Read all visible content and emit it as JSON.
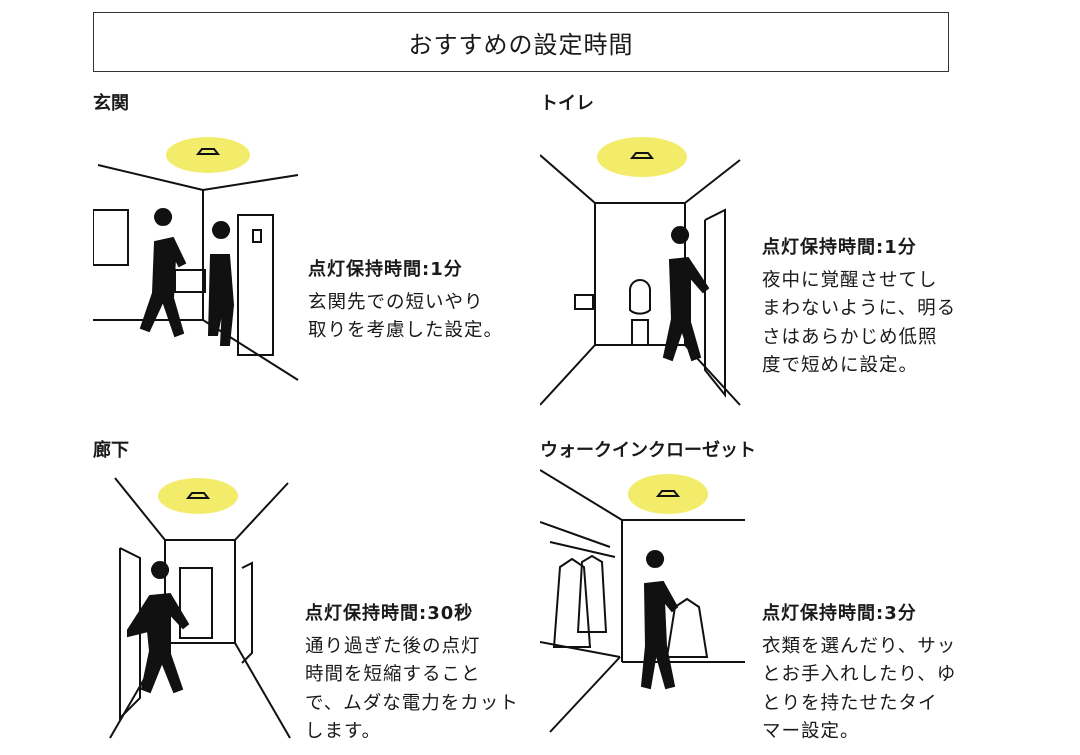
{
  "title": "おすすめの設定時間",
  "sections": [
    {
      "heading": "玄関",
      "time": "点灯保持時間:1分",
      "lines": [
        "玄関先での短いやり",
        "取りを考慮した設定。"
      ]
    },
    {
      "heading": "トイレ",
      "time": "点灯保持時間:1分",
      "lines": [
        "夜中に覚醒させてし",
        "まわないように、明る",
        "さはあらかじめ低照",
        "度で短めに設定。"
      ]
    },
    {
      "heading": "廊下",
      "time": "点灯保持時間:30秒",
      "lines": [
        "通り過ぎた後の点灯",
        "時間を短縮すること",
        "で、ムダな電力をカット",
        "します。"
      ]
    },
    {
      "heading": "ウォークインクローゼット",
      "time": "点灯保持時間:3分",
      "lines": [
        "衣類を選んだり、サッ",
        "とお手入れしたり、ゆ",
        "とりを持たせたタイ",
        "マー設定。"
      ]
    }
  ],
  "colors": {
    "light_glow": "#f3ec6a",
    "ink": "#1a1a1a"
  }
}
